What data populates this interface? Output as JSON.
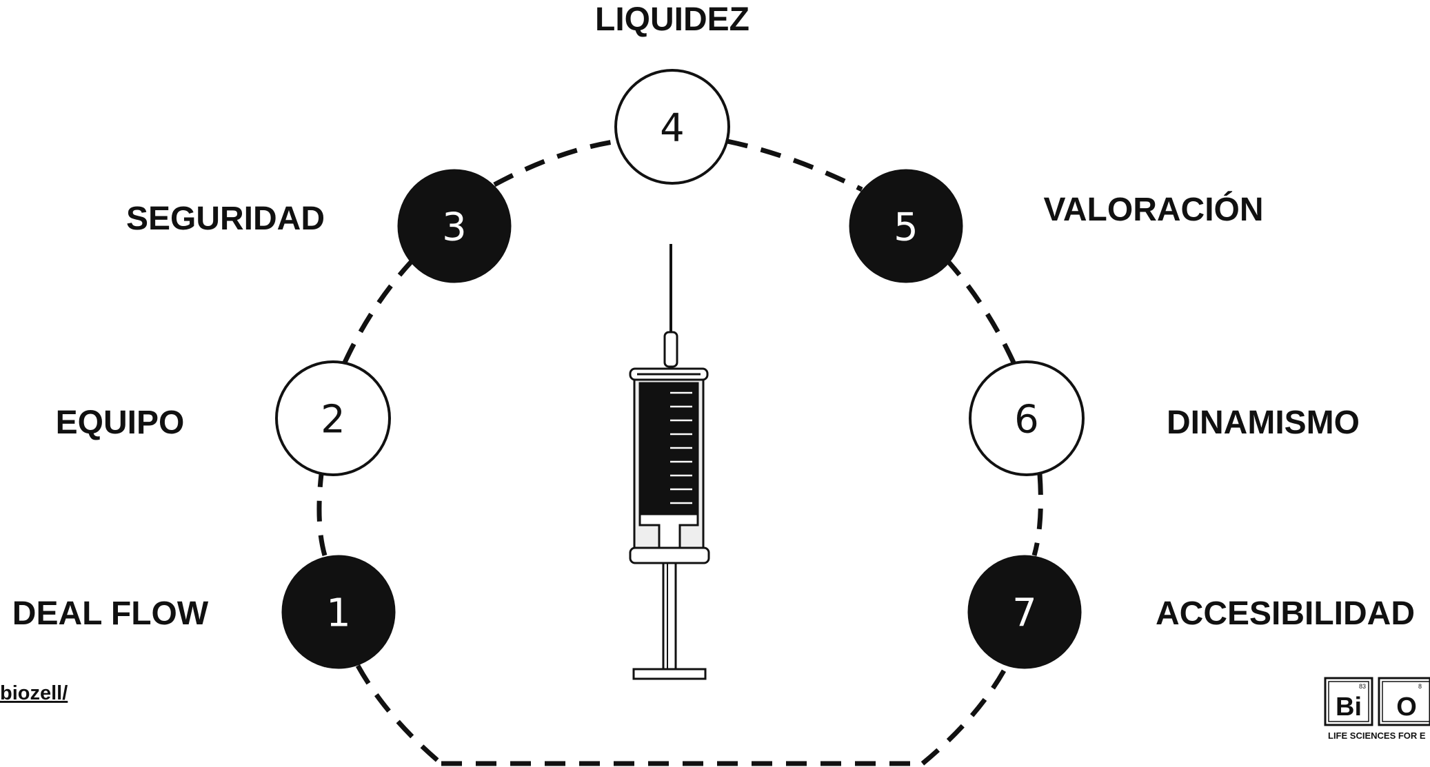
{
  "colors": {
    "ink": "#111111",
    "background": "#ffffff",
    "barrel_fill": "#eeeeee"
  },
  "diagram": {
    "steps": [
      {
        "number": "1",
        "label": "DEAL FLOW",
        "style": "filled"
      },
      {
        "number": "2",
        "label": "EQUIPO",
        "style": "outline"
      },
      {
        "number": "3",
        "label": "SEGURIDAD",
        "style": "filled"
      },
      {
        "number": "4",
        "label": "LIQUIDEZ",
        "style": "outline"
      },
      {
        "number": "5",
        "label": "VALORACIÓN",
        "style": "filled"
      },
      {
        "number": "6",
        "label": "DINAMISMO",
        "style": "outline"
      },
      {
        "number": "7",
        "label": "ACCESIBILIDAD",
        "style": "filled"
      }
    ],
    "center_icon": "syringe-icon",
    "connector": "dashed-ring"
  },
  "footer": {
    "link_text": "biozell/"
  },
  "logo": {
    "tiles": [
      {
        "symbol": "Bi",
        "atomic_number": "83"
      },
      {
        "symbol": "O",
        "atomic_number": "8"
      }
    ],
    "tagline": "LIFE SCIENCES FOR E"
  }
}
